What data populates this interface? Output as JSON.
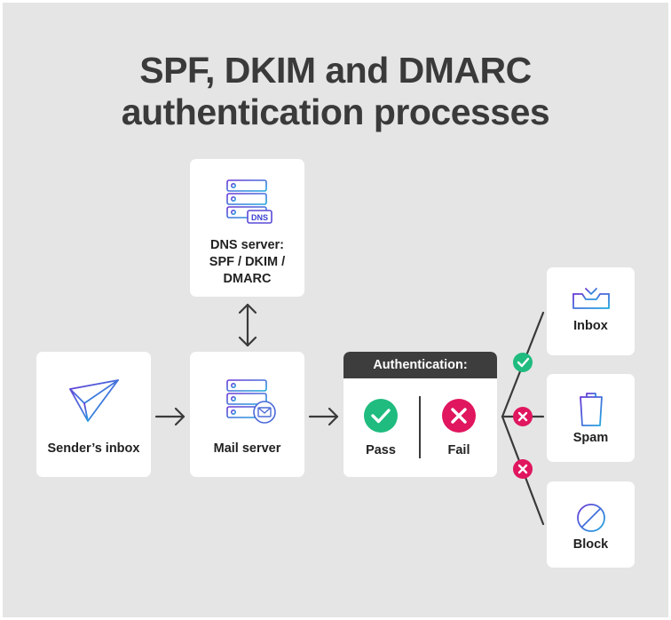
{
  "title": {
    "line1": "SPF, DKIM and DMARC",
    "line2": "authentication processes"
  },
  "nodes": {
    "dns_server": {
      "line1": "DNS server:",
      "line2": "SPF / DKIM /",
      "line3": "DMARC",
      "badge": "DNS",
      "icon": "server-icon"
    },
    "senders_inbox": {
      "label": "Sender’s inbox",
      "icon": "paper-plane-icon"
    },
    "mail_server": {
      "label": "Mail server",
      "icon": "server-mail-icon"
    },
    "authentication": {
      "header": "Authentication:",
      "pass": "Pass",
      "fail": "Fail"
    },
    "inbox": {
      "label": "Inbox",
      "icon": "inbox-tray-icon"
    },
    "spam": {
      "label": "Spam",
      "icon": "trash-icon"
    },
    "block": {
      "label": "Block",
      "icon": "block-icon"
    }
  },
  "colors": {
    "background": "#e5e5e5",
    "title": "#3a3a3a",
    "pass": "#1fbb7f",
    "fail": "#e0165e",
    "icon_gradient_start": "#6a38d6",
    "icon_gradient_end": "#1fa8e0",
    "connector": "#3a3a3a"
  }
}
